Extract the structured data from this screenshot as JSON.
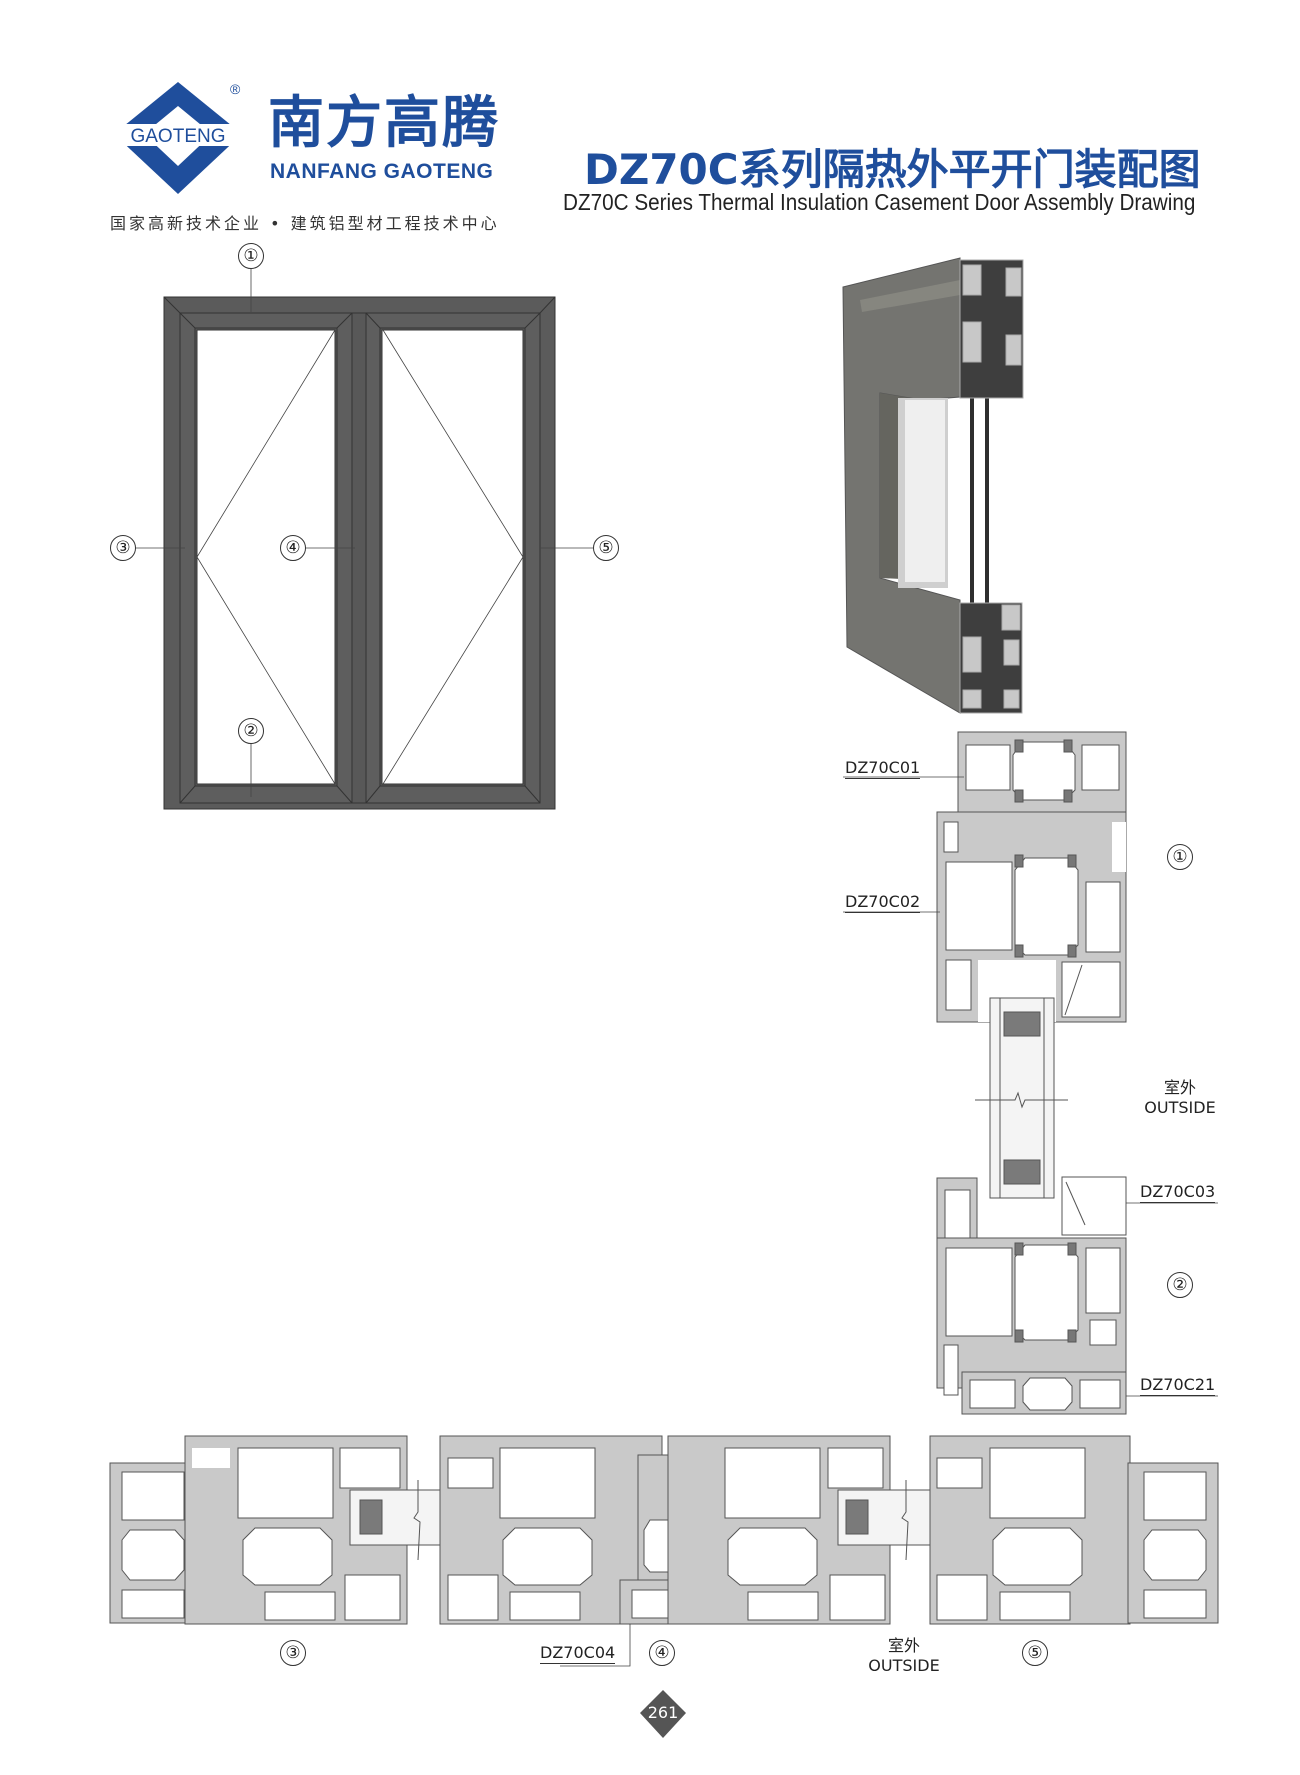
{
  "header": {
    "logo": {
      "emblem_text": "GAOTENG",
      "registered_mark": "®"
    },
    "brand_cn": "南方高腾",
    "brand_en": "NANFANG GAOTENG",
    "slogan": "国家高新技术企业 • 建筑铝型材工程技术中心",
    "title_cn": "DZ70C系列隔热外平开门装配图",
    "title_en": "DZ70C Series Thermal Insulation Casement Door Assembly Drawing"
  },
  "elevation": {
    "markers": [
      "①",
      "②",
      "③",
      "④",
      "⑤"
    ]
  },
  "vertical_section": {
    "parts": [
      "DZ70C01",
      "DZ70C02",
      "DZ70C03",
      "DZ70C21"
    ],
    "markers": [
      "①",
      "②"
    ],
    "outside_cn": "室外",
    "outside_en": "OUTSIDE"
  },
  "horizontal_section": {
    "parts": [
      "DZ70C04"
    ],
    "markers": [
      "③",
      "④",
      "⑤"
    ],
    "outside_cn": "室外",
    "outside_en": "OUTSIDE"
  },
  "colors": {
    "brand": "#1f4e9c",
    "frame": "#5b5b5b",
    "profile": "#c9c9c9"
  },
  "page_number": "261"
}
